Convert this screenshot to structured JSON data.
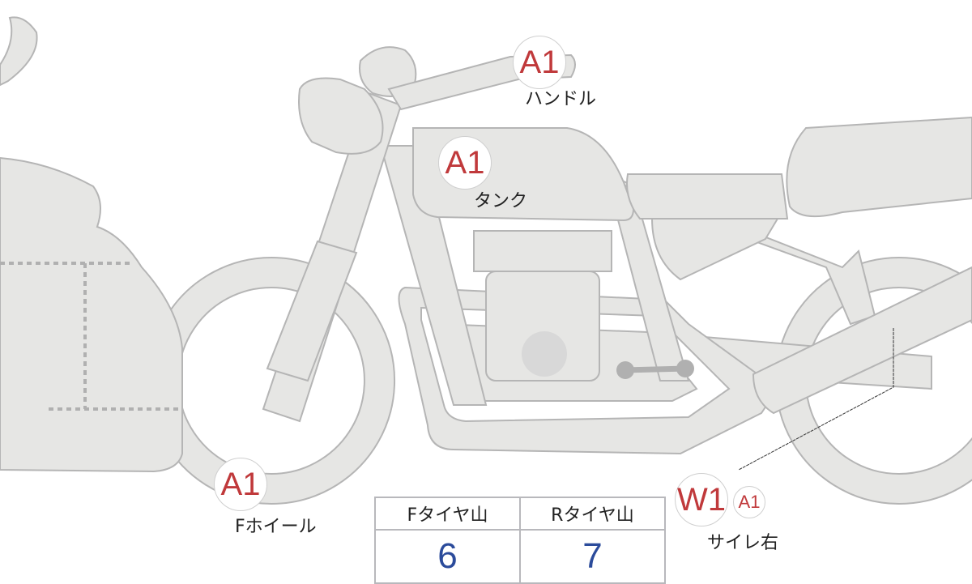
{
  "parts": [
    {
      "code": "A1",
      "label": "ハンドル"
    },
    {
      "code": "A1",
      "label": "タンク"
    },
    {
      "code": "A1",
      "label": "Fホイール"
    },
    {
      "codes": [
        "W1",
        "A1"
      ],
      "label": "サイレ右"
    }
  ],
  "tread_table": {
    "headers": [
      "Fタイヤ山",
      "Rタイヤ山"
    ],
    "values": [
      "6",
      "7"
    ]
  },
  "colors": {
    "body_fill": "#e6e6e4",
    "outline": "#b5b5b5",
    "code_red": "#c0393b",
    "value_blue": "#2b4b9b"
  }
}
